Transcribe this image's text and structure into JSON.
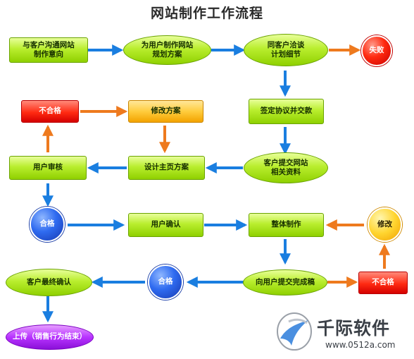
{
  "title": "网站制作工作流程",
  "nodes": {
    "communicate": "与客户沟通网站\n制作意向",
    "plan": "为用户制作网站\n规划方案",
    "negotiate": "同客户洽谈\n计划细节",
    "fail": "失败",
    "sign": "签定协议并交款",
    "not_ok_top": "不合格",
    "modify_plan": "修改方案",
    "materials": "客户提交网站\n相关资料",
    "design": "设计主页方案",
    "review": "用户审核",
    "pass_1": "合格",
    "confirm": "用户确认",
    "build": "整体制作",
    "modify": "修改",
    "submit": "向用户提交完成稿",
    "not_ok_bottom": "不合格",
    "pass_2": "合格",
    "final_confirm": "客户最终确认",
    "upload": "上传（销售行为结束）"
  },
  "watermark": {
    "name": "千际软件",
    "url": "www.0512a.com"
  },
  "colors": {
    "blue_arrow": "#1a7ee0",
    "orange_arrow": "#ee7a1e"
  }
}
